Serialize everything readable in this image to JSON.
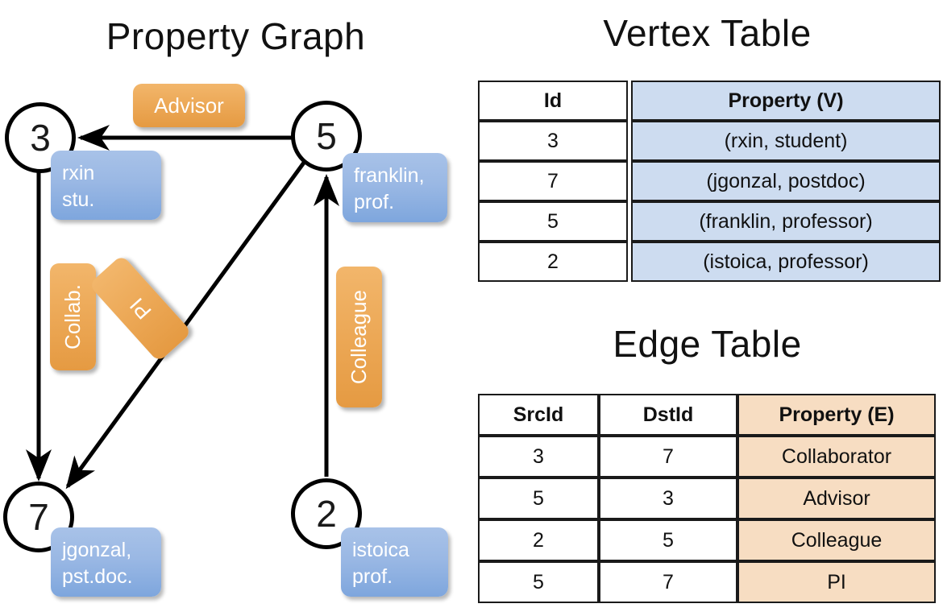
{
  "sections": {
    "graph_title": "Property Graph",
    "vertex_table_title": "Vertex Table",
    "edge_table_title": "Edge Table"
  },
  "graph": {
    "nodes": [
      {
        "id": "3",
        "property_line1": "rxin",
        "property_line2": "stu."
      },
      {
        "id": "5",
        "property_line1": "franklin,",
        "property_line2": "prof."
      },
      {
        "id": "7",
        "property_line1": "jgonzal,",
        "property_line2": "pst.doc."
      },
      {
        "id": "2",
        "property_line1": "istoica",
        "property_line2": "prof."
      }
    ],
    "edge_labels": {
      "advisor": "Advisor",
      "collab": "Collab.",
      "pi": "PI",
      "colleague": "Colleague"
    }
  },
  "vertex_table": {
    "headers": [
      "Id",
      "Property (V)"
    ],
    "rows": [
      {
        "id": "3",
        "property": "(rxin, student)"
      },
      {
        "id": "7",
        "property": "(jgonzal, postdoc)"
      },
      {
        "id": "5",
        "property": "(franklin, professor)"
      },
      {
        "id": "2",
        "property": "(istoica, professor)"
      }
    ]
  },
  "edge_table": {
    "headers": [
      "SrcId",
      "DstId",
      "Property (E)"
    ],
    "rows": [
      {
        "src": "3",
        "dst": "7",
        "property": "Collaborator"
      },
      {
        "src": "5",
        "dst": "3",
        "property": "Advisor"
      },
      {
        "src": "2",
        "dst": "5",
        "property": "Colleague"
      },
      {
        "src": "5",
        "dst": "7",
        "property": "PI"
      }
    ]
  },
  "colors": {
    "vertex_property_fill": "#cddcf0",
    "edge_property_fill": "#f7ddc2",
    "node_box_blue": "#9ab8e4",
    "edge_label_orange": "#eca856",
    "stroke": "#000000"
  }
}
